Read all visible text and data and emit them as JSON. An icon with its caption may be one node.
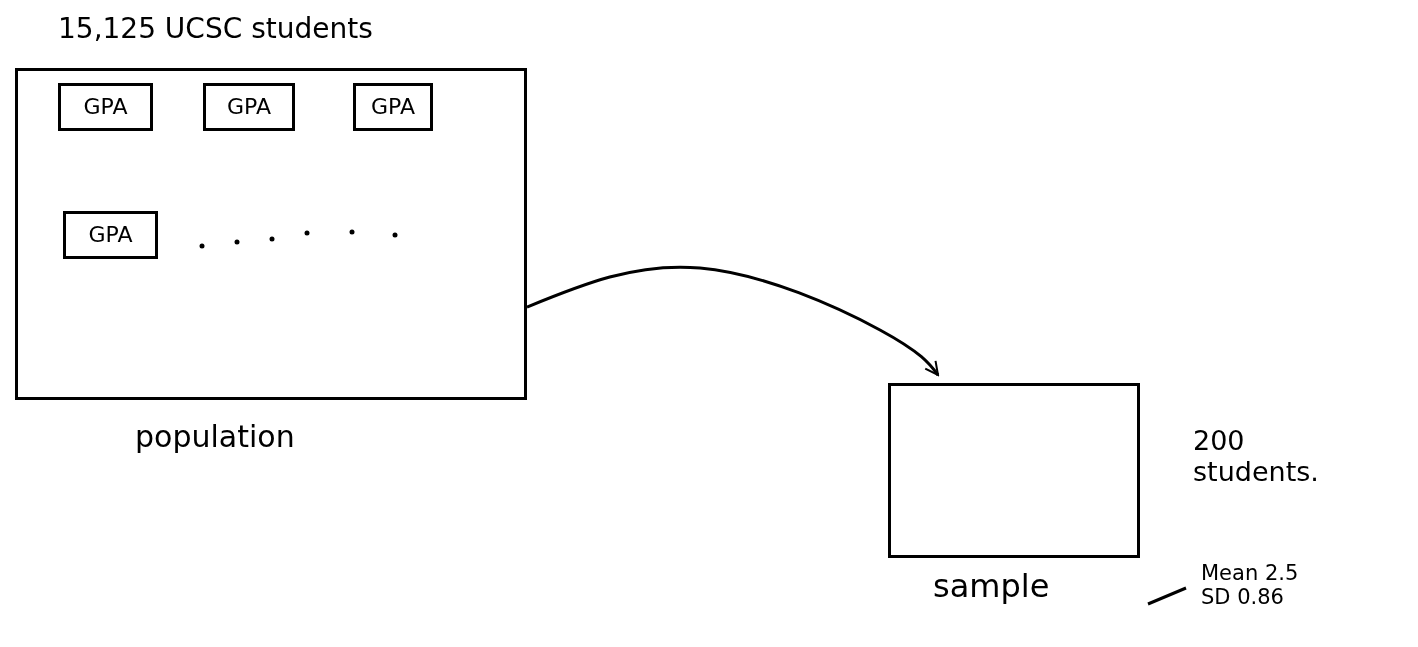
{
  "diagram": {
    "nodes": [
      {
        "text": [
          "15,125 UCSC students"
        ],
        "beside": [
          "population"
        ]
      },
      {
        "text": [
          "GPA"
        ],
        "in": 0
      },
      {
        "text": [
          "GPA"
        ],
        "in": 0
      },
      {
        "text": [
          "GPA"
        ],
        "in": 0
      },
      {
        "text": [
          "GPA"
        ],
        "in": 0
      },
      {
        "text": [],
        "shape": "box",
        "beside": [
          "200 students.",
          "sample",
          "Mean 2.5 SD 0.86"
        ]
      }
    ],
    "edges": [
      {
        "from": 0,
        "to": 5,
        "arrow": "to"
      }
    ]
  }
}
